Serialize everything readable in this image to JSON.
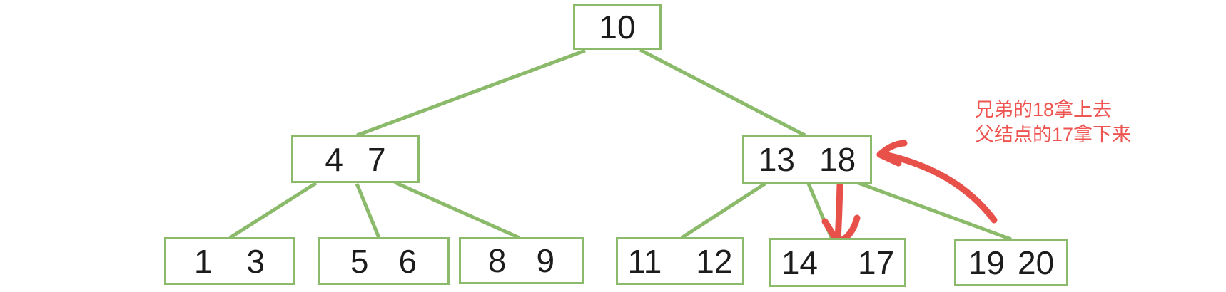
{
  "diagram": {
    "type": "b-tree",
    "description": "2-3 tree / B-tree rebalance diagram with hand-drawn red annotation arrows"
  },
  "colors": {
    "edge_green": "#8bbb6a",
    "node_border_green": "#8bbb6a",
    "annotation_red": "#e8514a",
    "node_text": "#1c1c1c",
    "background": "#ffffff"
  },
  "tree": {
    "nodes": [
      {
        "id": "root",
        "level": 0,
        "keys": [
          "10"
        ]
      },
      {
        "id": "left",
        "level": 1,
        "keys": [
          "4",
          "7"
        ]
      },
      {
        "id": "right",
        "level": 1,
        "keys": [
          "13",
          "18"
        ]
      },
      {
        "id": "l1",
        "level": 2,
        "keys": [
          "1",
          "3"
        ]
      },
      {
        "id": "l2",
        "level": 2,
        "keys": [
          "5",
          "6"
        ]
      },
      {
        "id": "l3",
        "level": 2,
        "keys": [
          "8",
          "9"
        ]
      },
      {
        "id": "r1",
        "level": 2,
        "keys": [
          "11",
          "12"
        ]
      },
      {
        "id": "r2",
        "level": 2,
        "keys": [
          "14",
          "17"
        ]
      },
      {
        "id": "r3",
        "level": 2,
        "keys": [
          "19",
          "20"
        ]
      }
    ],
    "edges": [
      {
        "from": "root",
        "to": "left"
      },
      {
        "from": "root",
        "to": "right"
      },
      {
        "from": "left",
        "to": "l1"
      },
      {
        "from": "left",
        "to": "l2"
      },
      {
        "from": "left",
        "to": "l3"
      },
      {
        "from": "right",
        "to": "r1"
      },
      {
        "from": "right",
        "to": "r2"
      },
      {
        "from": "right",
        "to": "r3"
      }
    ]
  },
  "annotation": {
    "line1": "兄弟的18拿上去",
    "line2": "父结点的17拿下来",
    "arrows": [
      {
        "name": "curved-arrow-to-13-18",
        "points_to": "right node (13 18)"
      },
      {
        "name": "down-arrow-to-14-17",
        "points_to": "leaf node (14 17)"
      }
    ]
  }
}
